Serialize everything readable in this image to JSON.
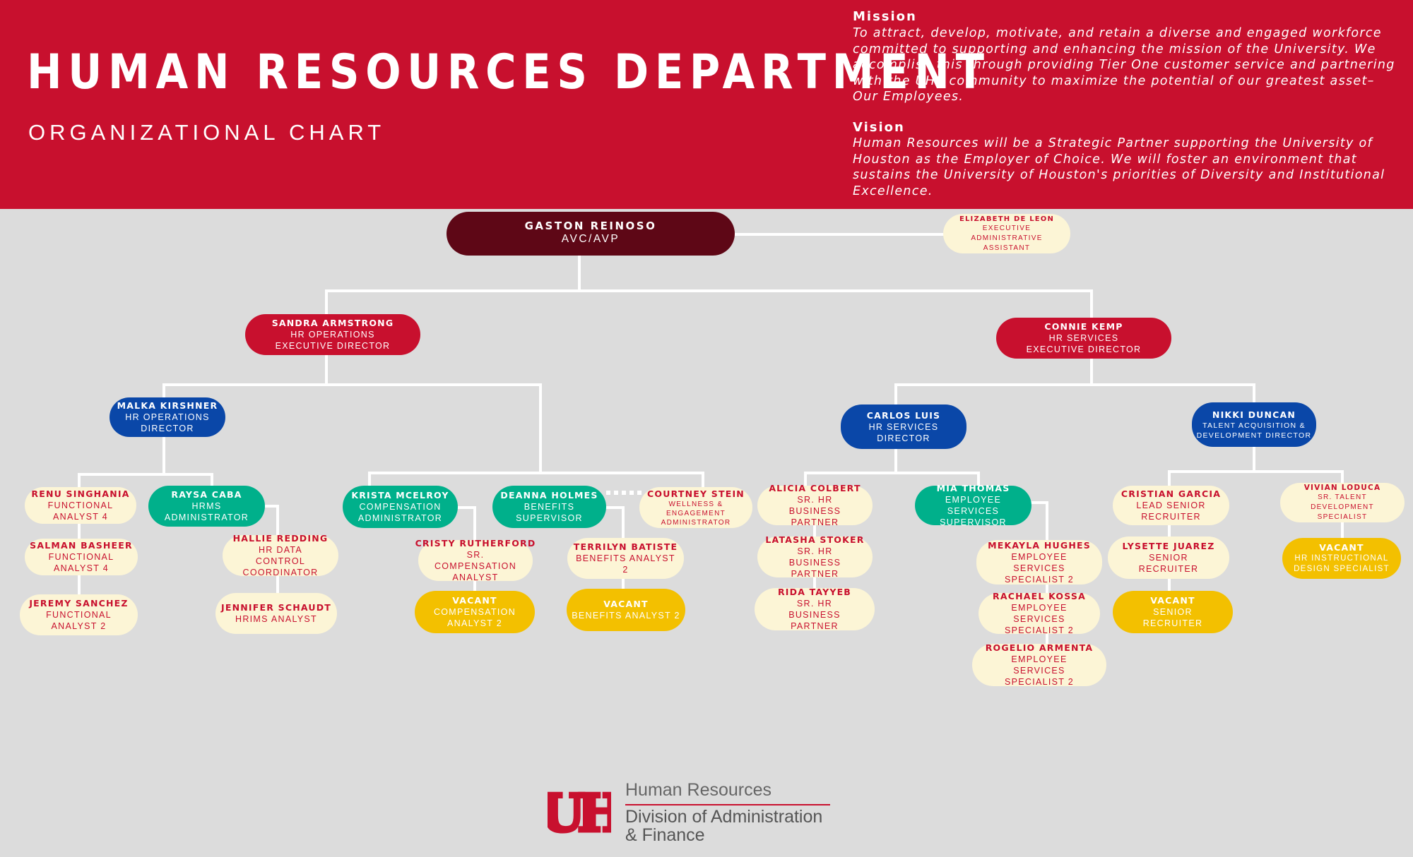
{
  "header": {
    "title": "HUMAN RESOURCES DEPARTMENT",
    "subtitle": "ORGANIZATIONAL CHART",
    "mission_heading": "Mission",
    "mission_text": "To attract, develop, motivate, and retain a diverse and engaged workforce committed to supporting and enhancing the mission of the University.  We accomplish this through providing Tier One customer service and partnering with the UHS community to maximize the potential of our greatest asset– Our Employees.",
    "vision_heading": "Vision",
    "vision_text": "Human Resources will be a Strategic Partner supporting the University of Houston as the Employer of Choice.  We will foster an environment that sustains the University of Houston's priorities of Diversity and Institutional Excellence."
  },
  "colors": {
    "header_red": "#c8102e",
    "maroon": "#5e0716",
    "director_blue": "#0a47a8",
    "supervisor_green": "#00b08b",
    "staff_cream": "#fcf5d6",
    "vacant_gold": "#f3c000",
    "background_gray": "#dcdcdc"
  },
  "org": {
    "avc": {
      "name": "GASTON REINOSO",
      "role": "AVC/AVP"
    },
    "exec_assistant": {
      "name": "ELIZABETH DE LEON",
      "role": "EXECUTIVE ADMINISTRATIVE ASSISTANT"
    },
    "hr_ops_exec": {
      "name": "SANDRA ARMSTRONG",
      "role": "HR OPERATIONS EXECUTIVE DIRECTOR"
    },
    "hr_services_exec": {
      "name": "CONNIE KEMP",
      "role": "HR SERVICES EXECUTIVE DIRECTOR"
    },
    "hr_ops_director": {
      "name": "MALKA KIRSHNER",
      "role": "HR OPERATIONS DIRECTOR"
    },
    "hr_services_director": {
      "name": "CARLOS LUIS",
      "role": "HR SERVICES DIRECTOR"
    },
    "talent_director": {
      "name": "NIKKI DUNCAN",
      "role": "TALENT ACQUISITION & DEVELOPMENT DIRECTOR"
    },
    "renu": {
      "name": "RENU SINGHANIA",
      "role": "FUNCTIONAL ANALYST 4"
    },
    "salman": {
      "name": "SALMAN BASHEER",
      "role": "FUNCTIONAL ANALYST 4"
    },
    "jeremy": {
      "name": "JEREMY SANCHEZ",
      "role": "FUNCTIONAL ANALYST 2"
    },
    "raysa": {
      "name": "RAYSA CABA",
      "role": "HRMS ADMINISTRATOR"
    },
    "hallie": {
      "name": "HALLIE REDDING",
      "role": "HR DATA CONTROL COORDINATOR"
    },
    "jennifer": {
      "name": "JENNIFER SCHAUDT",
      "role": "HRIMS ANALYST"
    },
    "krista": {
      "name": "KRISTA MCELROY",
      "role": "COMPENSATION ADMINISTRATOR"
    },
    "cristy": {
      "name": "CRISTY RUTHERFORD",
      "role": "SR. COMPENSATION ANALYST"
    },
    "vacant_comp": {
      "name": "VACANT",
      "role": "COMPENSATION ANALYST 2"
    },
    "deanna": {
      "name": "DEANNA HOLMES",
      "role": "BENEFITS SUPERVISOR"
    },
    "terrilyn": {
      "name": "TERRILYN BATISTE",
      "role": "BENEFITS ANALYST 2"
    },
    "vacant_ben": {
      "name": "VACANT",
      "role": "BENEFITS ANALYST 2"
    },
    "courtney": {
      "name": "COURTNEY STEIN",
      "role": "WELLNESS & ENGAGEMENT ADMINISTRATOR"
    },
    "alicia": {
      "name": "ALICIA COLBERT",
      "role": "SR. HR BUSINESS PARTNER"
    },
    "latasha": {
      "name": "LATASHA STOKER",
      "role": "SR. HR BUSINESS PARTNER"
    },
    "rida": {
      "name": "RIDA TAYYEB",
      "role": "SR. HR BUSINESS PARTNER"
    },
    "mia": {
      "name": "MIA THOMAS",
      "role": "EMPLOYEE SERVICES SUPERVISOR"
    },
    "mekayla": {
      "name": "MEKAYLA HUGHES",
      "role": "EMPLOYEE SERVICES SPECIALIST 2"
    },
    "rachael": {
      "name": "RACHAEL KOSSA",
      "role": "EMPLOYEE SERVICES SPECIALIST 2"
    },
    "rogelio": {
      "name": "ROGELIO ARMENTA",
      "role": "EMPLOYEE SERVICES SPECIALIST 2"
    },
    "cristian": {
      "name": "CRISTIAN GARCIA",
      "role": "LEAD SENIOR RECRUITER"
    },
    "lysette": {
      "name": "LYSETTE JUAREZ",
      "role": "SENIOR RECRUITER"
    },
    "vacant_rec": {
      "name": "VACANT",
      "role": "SENIOR RECRUITER"
    },
    "vivian": {
      "name": "VIVIAN LODUCA",
      "role": "SR. TALENT DEVELOPMENT SPECIALIST"
    },
    "vacant_isd": {
      "name": "VACANT",
      "role": "HR INSTRUCTIONAL DESIGN SPECIALIST"
    }
  },
  "footer": {
    "logo_mark": "UH",
    "unit_name": "Human Resources",
    "division_line1": "Division of Administration",
    "division_line2": "& Finance"
  }
}
